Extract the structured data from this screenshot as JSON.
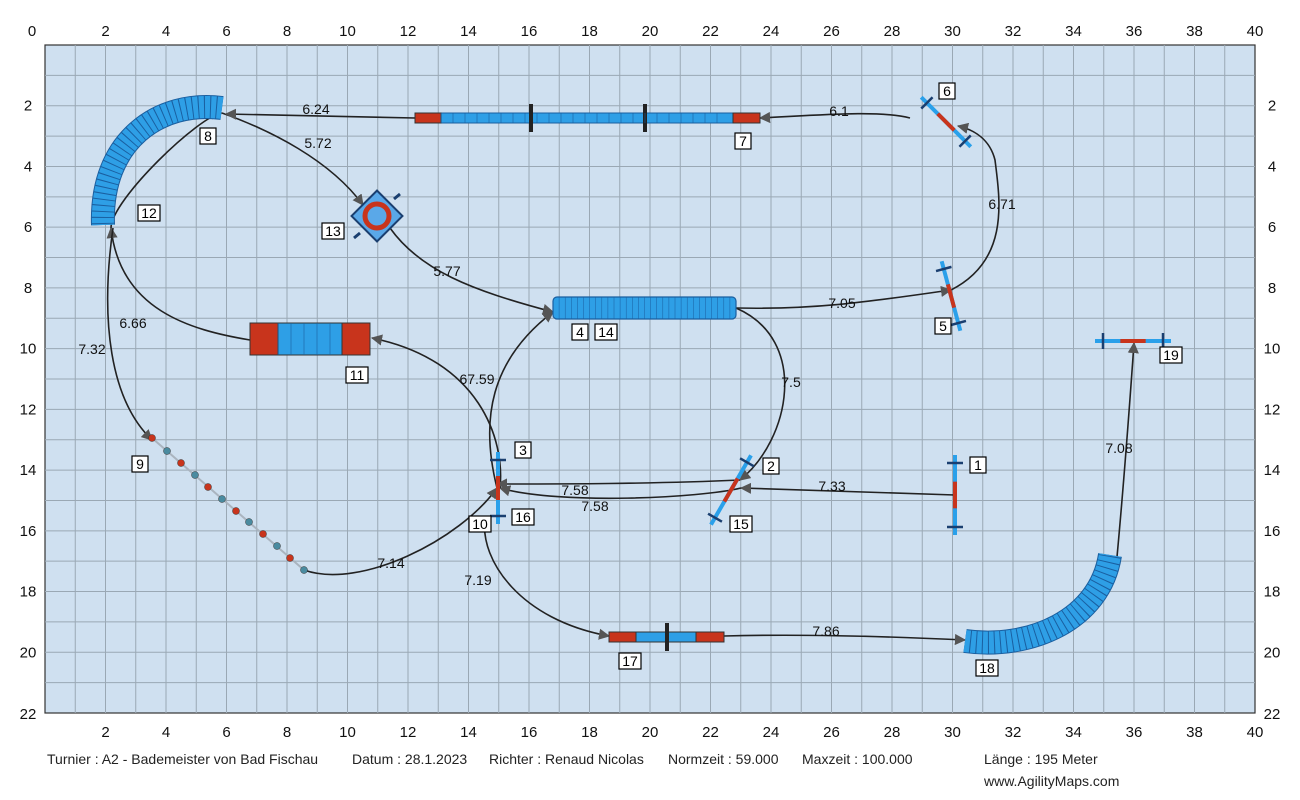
{
  "map": {
    "colors": {
      "background": "#cfe0f0",
      "grid": "#9aa8b4",
      "tunnel": "#2e9fe6",
      "tunnel_stroke": "#1a5fa0",
      "red": "#c8341c",
      "path": "#222222",
      "bar": "#2aa0ea"
    },
    "x_ticks": [
      "0",
      "2",
      "4",
      "6",
      "8",
      "10",
      "12",
      "14",
      "16",
      "18",
      "20",
      "22",
      "24",
      "26",
      "28",
      "30",
      "32",
      "34",
      "36",
      "38",
      "40"
    ],
    "y_ticks": [
      "2",
      "4",
      "6",
      "8",
      "10",
      "12",
      "14",
      "16",
      "18",
      "20",
      "22"
    ],
    "origin_label": "0",
    "distances": [
      "6.24",
      "5.72",
      "6.1",
      "6.71",
      "5.77",
      "7.05",
      "6.66",
      "7.32",
      "67.59",
      "7.5",
      "7.58",
      "7.58",
      "7.33",
      "7.08",
      "7.14",
      "7.19",
      "7.86"
    ],
    "obstacle_numbers": [
      "1",
      "2",
      "3",
      "4",
      "5",
      "6",
      "7",
      "8",
      "9",
      "10",
      "11",
      "12",
      "13",
      "14",
      "15",
      "16",
      "17",
      "18",
      "19"
    ]
  },
  "footer": {
    "turnier": "Turnier : A2 - Bademeister von Bad Fischau",
    "datum": "Datum : 28.1.2023",
    "richter": "Richter : Renaud Nicolas",
    "normzeit": "Normzeit : 59.000",
    "maxzeit": "Maxzeit : 100.000",
    "laenge": "Länge : 195 Meter",
    "website": "www.AgilityMaps.com"
  }
}
